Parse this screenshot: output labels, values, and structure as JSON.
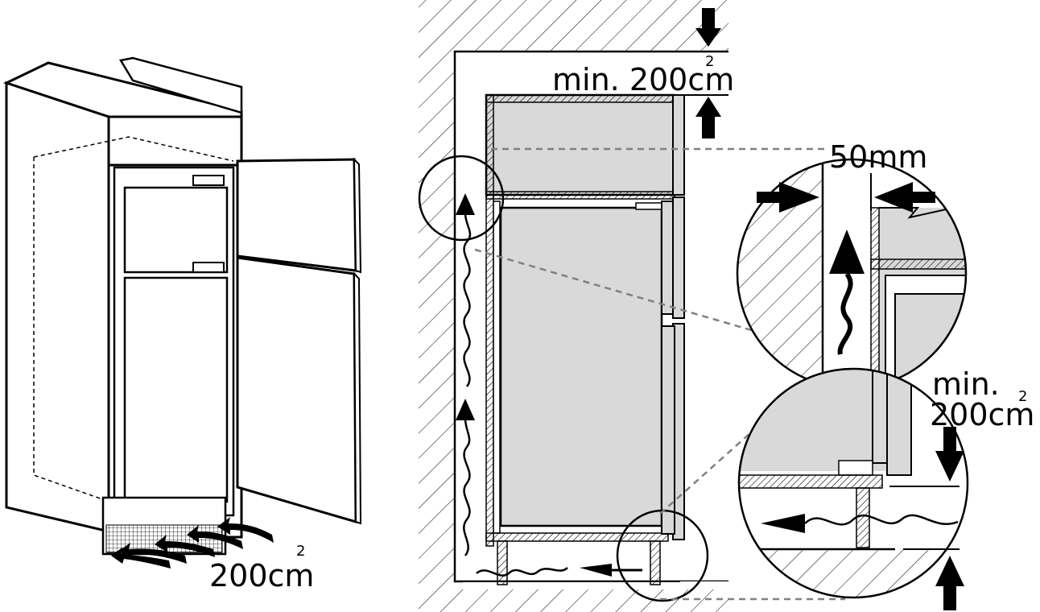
{
  "labels": {
    "left_vent_value": "200cm",
    "left_vent_sup": "2",
    "top_gap_value": "min. 200cm",
    "top_gap_sup": "2",
    "gap_width": "50mm",
    "bottom_min": "min.",
    "bottom_value": "200cm",
    "bottom_sup": "2"
  },
  "colors": {
    "appliance_fill": "#d9d9d9",
    "line": "#000000",
    "hatch": "#000000",
    "dashed_leader": "#808080"
  }
}
